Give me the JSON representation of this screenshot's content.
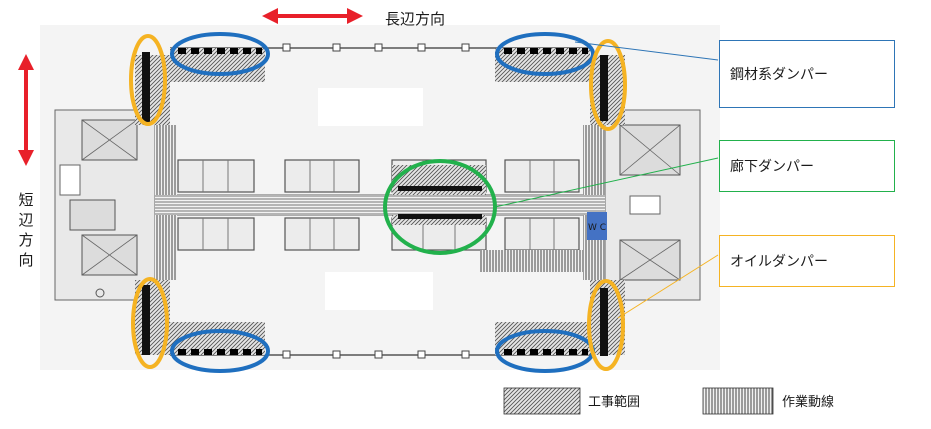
{
  "labels": {
    "long_direction": "長辺方向",
    "short_direction_chars": [
      "短",
      "辺",
      "方",
      "向"
    ],
    "wc": "W C"
  },
  "callouts": {
    "steel": {
      "text": "鋼材系ダンパー",
      "color": "#2e75b6"
    },
    "corridor": {
      "text": "廊下ダンパー",
      "color": "#22b14c"
    },
    "oil": {
      "text": "オイルダンパー",
      "color": "#f5b323"
    }
  },
  "legend": {
    "construction_area": "工事範囲",
    "work_route": "作業動線"
  },
  "colors": {
    "arrow": "#e8202a",
    "steel_ellipse": "#1f6fbf",
    "oil_ellipse": "#f5b323",
    "corridor_ellipse": "#22b14c",
    "wc_fill": "#4472c4"
  }
}
